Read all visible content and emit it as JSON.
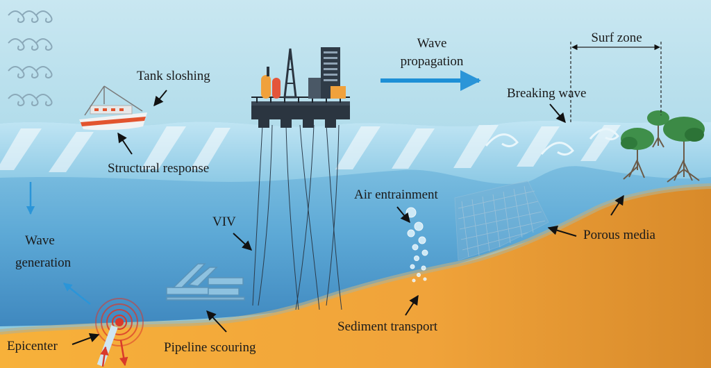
{
  "labels": {
    "tank_sloshing": "Tank sloshing",
    "structural_response": "Structural response",
    "wave_propagation_1": "Wave",
    "wave_propagation_2": "propagation",
    "surf_zone": "Surf zone",
    "breaking_wave": "Breaking wave",
    "air_entrainment": "Air entrainment",
    "viv": "VIV",
    "porous_media": "Porous media",
    "wave_generation_1": "Wave",
    "wave_generation_2": "generation",
    "epicenter": "Epicenter",
    "pipeline_scouring": "Pipeline scouring",
    "sediment_transport": "Sediment transport"
  },
  "colors": {
    "sky_top": "#c9e7f1",
    "sky_bottom": "#8fcde2",
    "sea_surface": "#9fd4ea",
    "sea_deep": "#4f9ac9",
    "seabed": "#f2a73a",
    "propagation_arrow": "#1e90d6",
    "epicenter_ring": "#d9392b"
  }
}
